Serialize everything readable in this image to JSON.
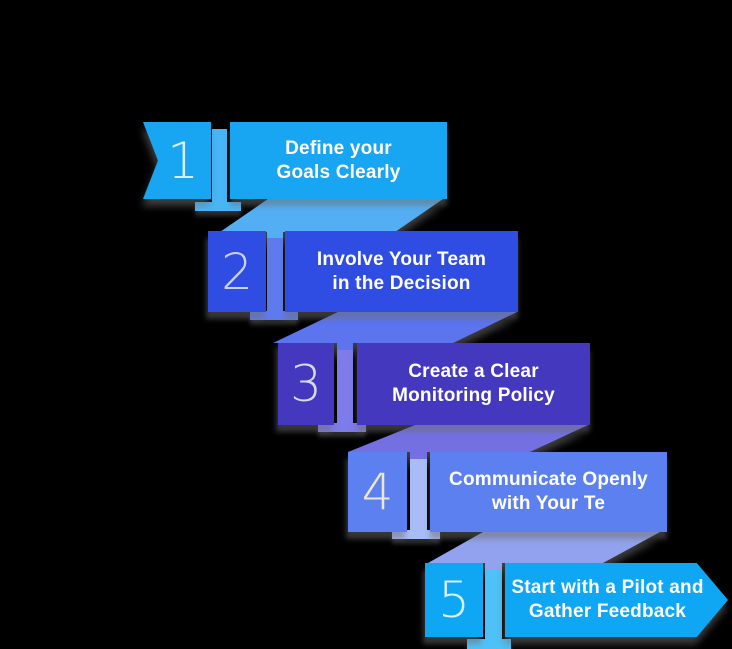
{
  "background": "#000000",
  "diagram": {
    "type": "process-steps",
    "title": "",
    "text_color": "#FFFFFF",
    "steps": [
      {
        "number": "1",
        "text": "Define your\nGoals Clearly",
        "colors": {
          "main": "#18A5F2",
          "connector": "#47B6F7",
          "fold": "#54AEF3",
          "number": "#D8F0FD"
        }
      },
      {
        "number": "2",
        "text": "Involve Your Team\nin the Decision",
        "colors": {
          "main": "#2F4DE3",
          "connector": "#5F7AEE",
          "fold": "#5C74EE",
          "number": "#C9D3F9"
        }
      },
      {
        "number": "3",
        "text": "Create a Clear\nMonitoring Policy",
        "colors": {
          "main": "#4438BE",
          "connector": "#7E7BEA",
          "fold": "#7470E2",
          "number": "#D9D8F3"
        }
      },
      {
        "number": "4",
        "text": "Communicate Openly\nwith Your Te",
        "colors": {
          "main": "#5C80F0",
          "connector": "#A8BCF7",
          "fold": "#93A2EE",
          "number": "#EDE7D5"
        }
      },
      {
        "number": "5",
        "text": "Start with a Pilot and\nGather Feedback",
        "colors": {
          "main": "#0FA6F3",
          "connector": "#4EC2F8",
          "fold": "#4EC2F8",
          "number": "#D8F3FE"
        }
      }
    ]
  }
}
